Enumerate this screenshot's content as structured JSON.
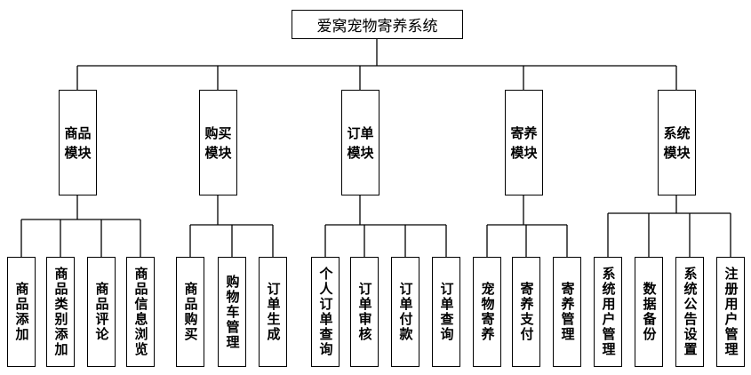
{
  "root": {
    "label": "爱窝宠物寄养系统"
  },
  "modules": [
    {
      "line1": "商品",
      "line2": "模块",
      "children": [
        "商品添加",
        "商品类别添加",
        "商品评论",
        "商品信息浏览"
      ]
    },
    {
      "line1": "购买",
      "line2": "模块",
      "children": [
        "商品购买",
        "购物车管理",
        "订单生成"
      ]
    },
    {
      "line1": "订单",
      "line2": "模块",
      "children": [
        "个人订单查询",
        "订单审核",
        "订单付款",
        "订单查询"
      ]
    },
    {
      "line1": "寄养",
      "line2": "模块",
      "children": [
        "宠物寄养",
        "寄养支付",
        "寄养管理"
      ]
    },
    {
      "line1": "系统",
      "line2": "模块",
      "children": [
        "系统用户管理",
        "数据备份",
        "系统公告设置",
        "注册用户管理"
      ]
    }
  ]
}
